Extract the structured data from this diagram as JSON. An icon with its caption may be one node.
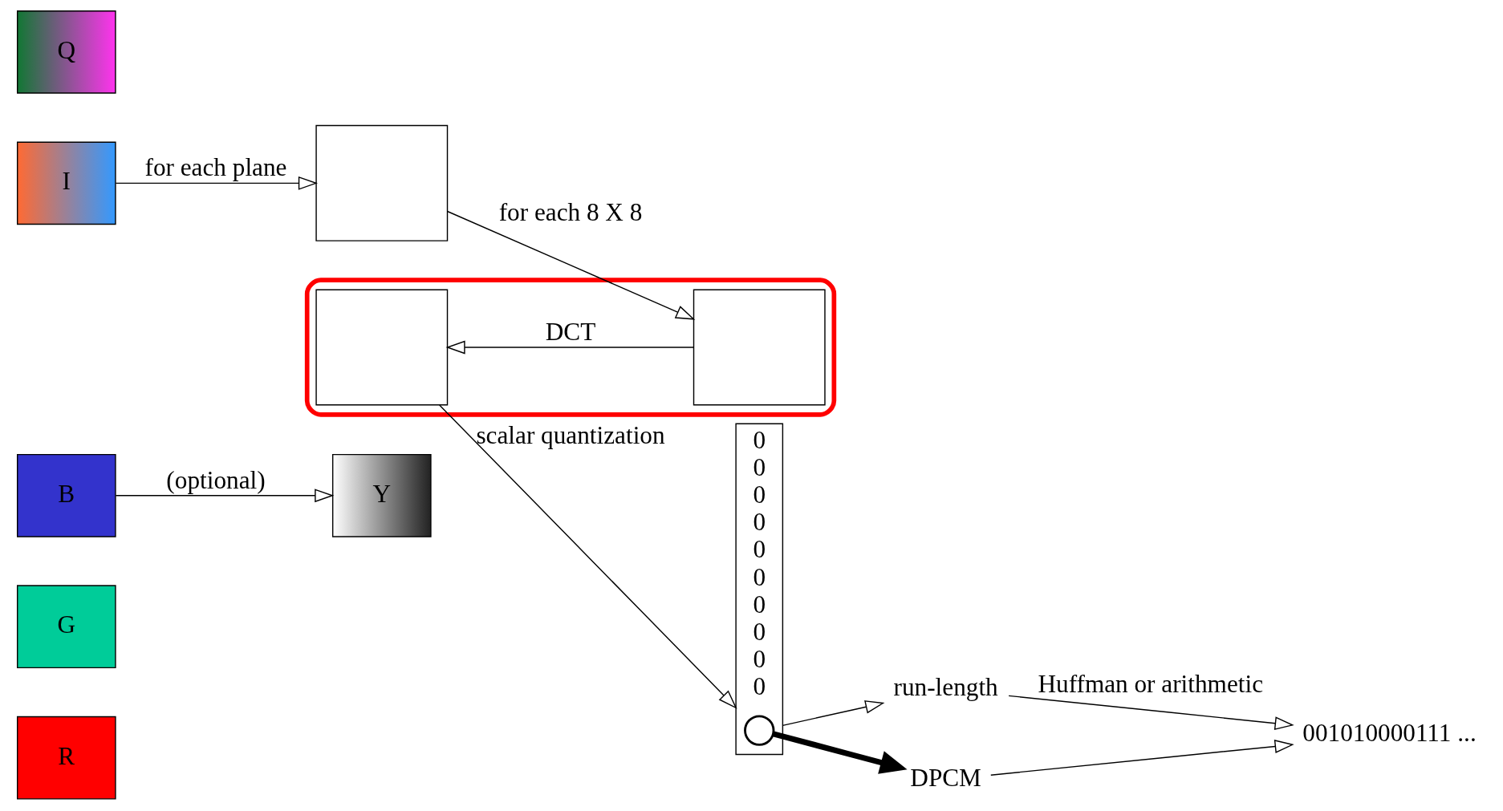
{
  "diagram": {
    "nodes": [
      {
        "text": [
          "R"
        ]
      },
      {
        "text": [
          "G"
        ]
      },
      {
        "text": [
          "B"
        ]
      },
      {
        "text": [
          "Y"
        ]
      },
      {
        "text": [
          "I"
        ]
      },
      {
        "text": [
          "Q"
        ]
      },
      {
        "text": [],
        "shape": "box"
      },
      {
        "text": [],
        "shape": "ellipse"
      },
      {
        "text": [],
        "shape": "box",
        "in": 7
      },
      {
        "text": [],
        "shape": "box",
        "in": 7
      },
      {
        "text": [
          "0",
          "0",
          "0",
          "0",
          "0",
          "0",
          "0",
          "0",
          "0",
          "0"
        ]
      },
      {
        "text": [],
        "shape": "circle",
        "in": 10
      },
      {
        "text": [
          "run-length"
        ]
      },
      {
        "text": [
          "DPCM"
        ]
      },
      {
        "text": [
          "001010000111 ..."
        ]
      }
    ],
    "edges": [
      {
        "from": 2,
        "to": 3,
        "arrow": "to",
        "label": "(optional)"
      },
      {
        "from": 4,
        "to": 6,
        "arrow": "to",
        "label": "for each plane"
      },
      {
        "from": 6,
        "to": 9,
        "arrow": "to",
        "label": "for each 8 X 8"
      },
      {
        "from": 9,
        "to": 8,
        "arrow": "to",
        "label": "DCT"
      },
      {
        "from": 8,
        "to": 10,
        "arrow": "to",
        "label": "scalar quantization"
      },
      {
        "from": 10,
        "to": 12,
        "arrow": "to"
      },
      {
        "from": 11,
        "to": 13,
        "arrow": "to",
        "style": "thick"
      },
      {
        "from": 12,
        "to": 14,
        "arrow": "to",
        "label": "Huffman or arithmetic"
      },
      {
        "from": 13,
        "to": 14,
        "arrow": "to"
      }
    ]
  }
}
